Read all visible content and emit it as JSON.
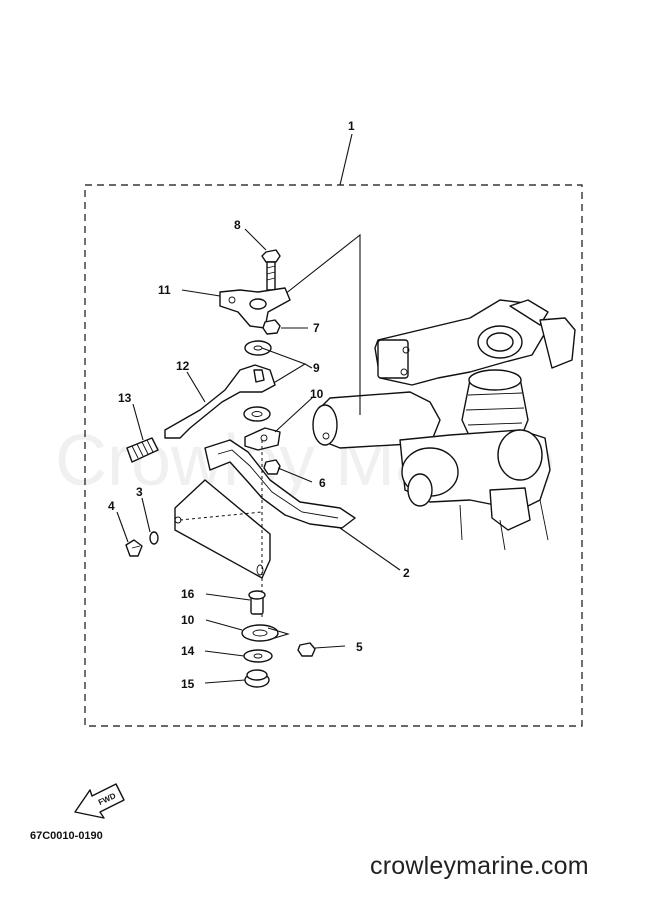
{
  "diagram": {
    "doc_code": "67C0010-0190",
    "site_url": "crowleymarine.com",
    "watermark": "Crowley Marine",
    "fwd_label": "FWD",
    "callouts": [
      "1",
      "2",
      "3",
      "4",
      "5",
      "6",
      "7",
      "8",
      "9",
      "10",
      "10",
      "11",
      "12",
      "13",
      "14",
      "15",
      "16"
    ]
  }
}
